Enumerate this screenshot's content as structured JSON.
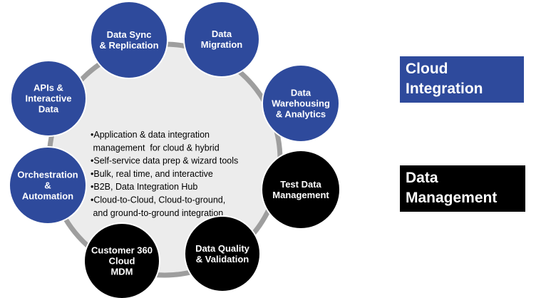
{
  "colors": {
    "cloud": "#2e4a9c",
    "data": "#000000",
    "ring": "#9e9e9e",
    "center_fill": "#ececec",
    "node_stroke": "#ffffff"
  },
  "center": {
    "bullets": [
      "•Application & data integration",
      " management  for cloud & hybrid",
      "•Self-service data prep & wizard tools",
      "•Bulk, real time, and interactive",
      "•B2B, Data Integration Hub",
      "•Cloud-to-Cloud, Cloud-to-ground,",
      " and ground-to-ground integration"
    ]
  },
  "nodes": [
    {
      "id": "data-sync-replication",
      "lines": [
        "Data Sync",
        "& Replication"
      ],
      "group": "cloud"
    },
    {
      "id": "data-migration",
      "lines": [
        "Data",
        "Migration"
      ],
      "group": "cloud"
    },
    {
      "id": "data-warehousing-analytics",
      "lines": [
        "Data",
        "Warehousing",
        "& Analytics"
      ],
      "group": "cloud"
    },
    {
      "id": "test-data-management",
      "lines": [
        "Test Data",
        "Management"
      ],
      "group": "data"
    },
    {
      "id": "data-quality-validation",
      "lines": [
        "Data Quality",
        "& Validation"
      ],
      "group": "data"
    },
    {
      "id": "customer-360-cloud-mdm",
      "lines": [
        "Customer 360",
        "Cloud",
        "MDM"
      ],
      "group": "data"
    },
    {
      "id": "orchestration-automation",
      "lines": [
        "Orchestration",
        "&",
        "Automation"
      ],
      "group": "cloud"
    },
    {
      "id": "apis-interactive-data",
      "lines": [
        "APIs &",
        "Interactive",
        "Data"
      ],
      "group": "cloud"
    }
  ],
  "legend": {
    "cloud": {
      "lines": [
        "Cloud",
        "Integration"
      ]
    },
    "data": {
      "lines": [
        "Data",
        "Management"
      ]
    }
  }
}
